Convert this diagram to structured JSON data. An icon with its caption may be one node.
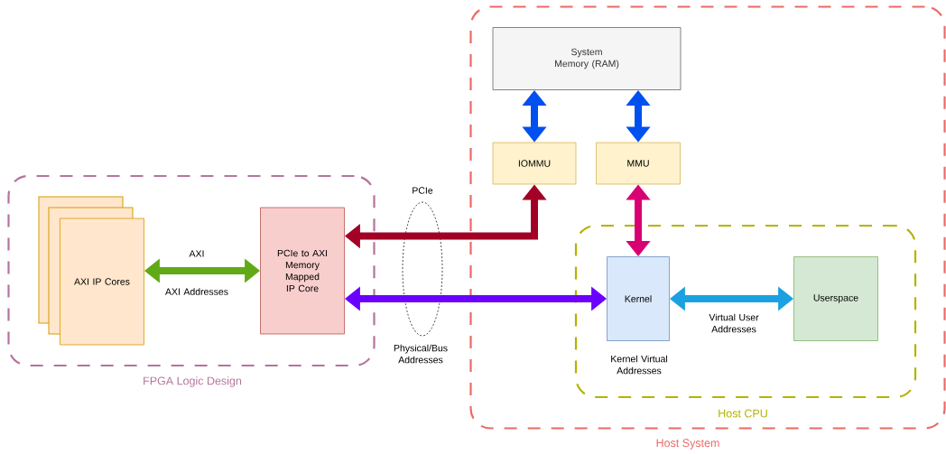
{
  "diagram": {
    "nodes": [
      {
        "text": [
          "FPGA Logic Design"
        ]
      },
      {
        "text": [
          "AXI IP Cores"
        ],
        "in": 0
      },
      {
        "text": [
          "PCIe to AXI Memory Mapped IP Core"
        ],
        "in": 0
      },
      {
        "text": [
          "Host System"
        ]
      },
      {
        "text": [
          "System Memory (RAM)"
        ],
        "in": 3
      },
      {
        "text": [
          "IOMMU"
        ],
        "in": 3
      },
      {
        "text": [
          "MMU"
        ],
        "in": 3
      },
      {
        "text": [
          "Host CPU"
        ],
        "in": 3
      },
      {
        "text": [
          "Kernel"
        ],
        "in": 7,
        "beside": [
          "Kernel Virtual Addresses"
        ]
      },
      {
        "text": [
          "Userspace"
        ],
        "in": 7
      }
    ],
    "edges": [
      {
        "from": 1,
        "to": 2,
        "arrow": "both",
        "label": "AXI",
        "color": "#60a917"
      },
      {
        "from": 5,
        "to": 2,
        "arrow": "both",
        "color": "#a20025"
      },
      {
        "from": 2,
        "to": 8,
        "arrow": "both",
        "color": "#6a00ff"
      },
      {
        "from": 4,
        "to": 5,
        "arrow": "both",
        "color": "#0050ef"
      },
      {
        "from": 4,
        "to": 6,
        "arrow": "both",
        "color": "#0050ef"
      },
      {
        "from": 6,
        "to": 8,
        "arrow": "both",
        "color": "#d80073"
      },
      {
        "from": 8,
        "to": 9,
        "arrow": "both",
        "label": "Virtual User Addresses",
        "color": "#1ba1e2"
      }
    ],
    "labels": [
      "PCIe",
      "AXI Addresses",
      "Physical/Bus Addresses"
    ]
  }
}
